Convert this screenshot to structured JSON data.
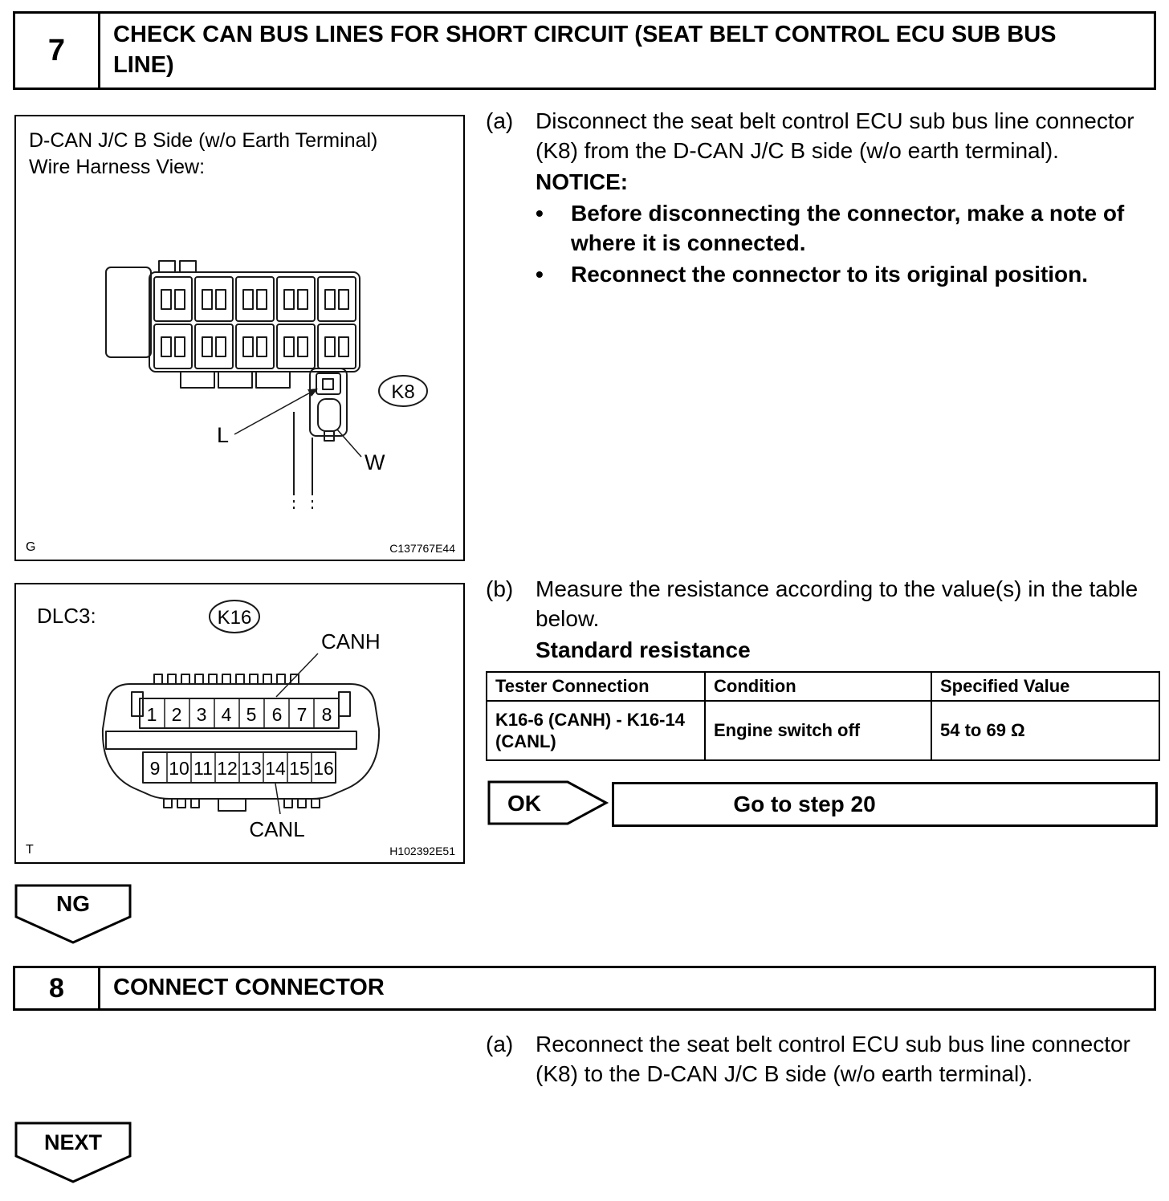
{
  "palette": {
    "text": "#000000",
    "background": "#ffffff"
  },
  "step7": {
    "number": "7",
    "title": "CHECK CAN BUS LINES FOR SHORT CIRCUIT (SEAT BELT CONTROL ECU SUB BUS LINE)"
  },
  "figure1": {
    "caption_line1": "D-CAN J/C B Side (w/o Earth Terminal)",
    "caption_line2": "Wire Harness View:",
    "connector_label": "K8",
    "pin_label_l": "L",
    "pin_label_w": "W",
    "corner_letter": "G",
    "figure_code": "C137767E44"
  },
  "figure2": {
    "caption": "DLC3:",
    "connector_label": "K16",
    "canh_label": "CANH",
    "canl_label": "CANL",
    "pins_top": [
      "1",
      "2",
      "3",
      "4",
      "5",
      "6",
      "7",
      "8"
    ],
    "pins_bottom": [
      "9",
      "10",
      "11",
      "12",
      "13",
      "14",
      "15",
      "16"
    ],
    "corner_letter": "T",
    "figure_code": "H102392E51"
  },
  "step7_instructions": {
    "a_label": "(a)",
    "a_text": "Disconnect the seat belt control ECU sub bus line connector (K8) from the D-CAN J/C B side (w/o earth terminal).",
    "notice_label": "NOTICE:",
    "notice_bullets": [
      "Before disconnecting the connector, make a note of where it is connected.",
      "Reconnect the connector to its original position."
    ],
    "b_label": "(b)",
    "b_text": "Measure the resistance according to the value(s) in the table below.",
    "standard_resistance_label": "Standard resistance"
  },
  "resistance_table": {
    "headers": [
      "Tester Connection",
      "Condition",
      "Specified Value"
    ],
    "rows": [
      {
        "tester_connection": "K16-6 (CANH) - K16-14 (CANL)",
        "condition": "Engine switch off",
        "specified_value": "54 to 69 Ω"
      }
    ]
  },
  "ok_result": {
    "label": "OK",
    "action": "Go to step 20"
  },
  "ng_result": {
    "label": "NG"
  },
  "step8": {
    "number": "8",
    "title": "CONNECT CONNECTOR",
    "a_label": "(a)",
    "a_text": "Reconnect the seat belt control ECU sub bus line connector (K8) to the D-CAN J/C B side (w/o earth terminal)."
  },
  "next_result": {
    "label": "NEXT"
  }
}
